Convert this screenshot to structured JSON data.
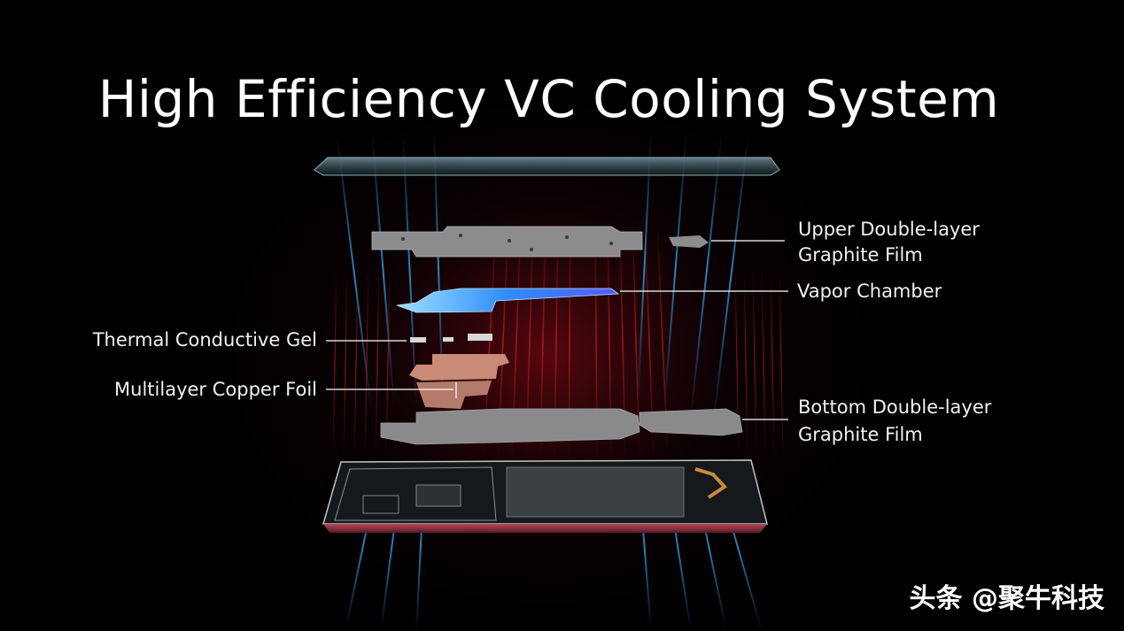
{
  "title": "High Efficiency VC Cooling System",
  "labels": {
    "upper_graphite": [
      "Upper Double-layer",
      "Graphite Film"
    ],
    "vapor_chamber": "Vapor Chamber",
    "thermal_gel": "Thermal Conductive Gel",
    "copper_foil": "Multilayer Copper Foil",
    "bottom_graphite": [
      "Bottom Double-layer",
      "Graphite Film"
    ]
  },
  "watermark": "头条 @聚牛科技",
  "colors": {
    "background": "#000000",
    "glow_red": "#b0121c",
    "glow_blue": "#2aa9ff",
    "graphite": "#8a8a8c",
    "vapor_chamber": "#3fa8ff",
    "copper": "#c98a78",
    "leader_line": "#ffffff"
  }
}
